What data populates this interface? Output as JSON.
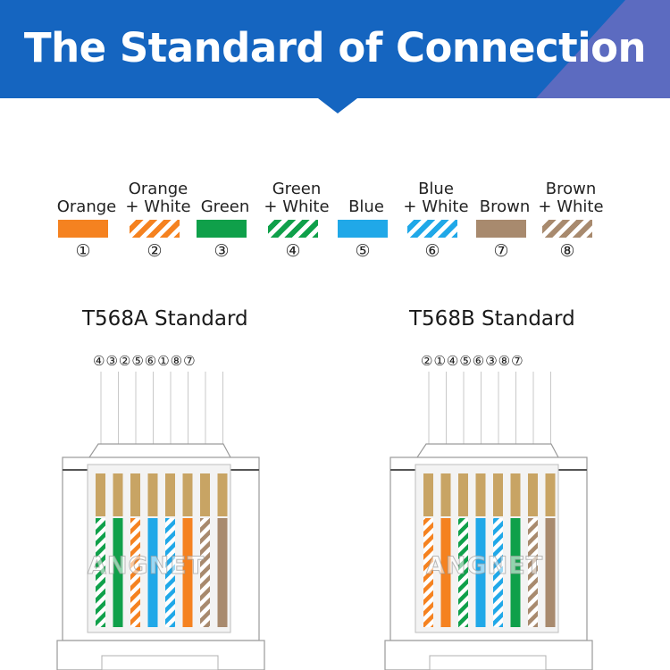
{
  "banner": {
    "title": "The Standard of Connection",
    "colors": {
      "main": "#1565c0",
      "accent": "#5c6bc0"
    }
  },
  "legend": [
    {
      "label_line1": "Orange",
      "label_line2": "",
      "number": "①",
      "color": "#f58220",
      "striped": false
    },
    {
      "label_line1": "Orange",
      "label_line2": "+ White",
      "number": "②",
      "color": "#f58220",
      "striped": true
    },
    {
      "label_line1": "Green",
      "label_line2": "",
      "number": "③",
      "color": "#0fa04a",
      "striped": false
    },
    {
      "label_line1": "Green",
      "label_line2": "+ White",
      "number": "④",
      "color": "#0fa04a",
      "striped": true
    },
    {
      "label_line1": "Blue",
      "label_line2": "",
      "number": "⑤",
      "color": "#20a8e8",
      "striped": false
    },
    {
      "label_line1": "Blue",
      "label_line2": "+ White",
      "number": "⑥",
      "color": "#20a8e8",
      "striped": true
    },
    {
      "label_line1": "Brown",
      "label_line2": "",
      "number": "⑦",
      "color": "#a88a6e",
      "striped": false
    },
    {
      "label_line1": "Brown",
      "label_line2": "+ White",
      "number": "⑧",
      "color": "#a88a6e",
      "striped": true
    }
  ],
  "standards": [
    {
      "title": "T568A Standard",
      "sequence": "④③②⑤⑥①⑧⑦",
      "wires": [
        4,
        3,
        2,
        5,
        6,
        1,
        8,
        7
      ]
    },
    {
      "title": "T568B Standard",
      "sequence": "②①④⑤⑥③⑧⑦",
      "wires": [
        2,
        1,
        4,
        5,
        6,
        3,
        8,
        7
      ]
    }
  ],
  "watermark": "ANGNET",
  "pin_color": "#c8a464"
}
